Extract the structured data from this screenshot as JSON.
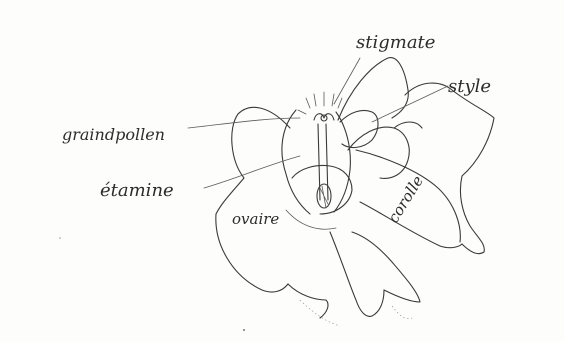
{
  "labels": {
    "stigmate": "stigmate",
    "style": "style",
    "grain_de_pollen": "graindpollen",
    "etamine": "étamine",
    "ovaire": "ovaire",
    "corolle": "corolle"
  },
  "colors": {
    "ink": "#3a3a3a",
    "paper": "#fdfdfb"
  }
}
